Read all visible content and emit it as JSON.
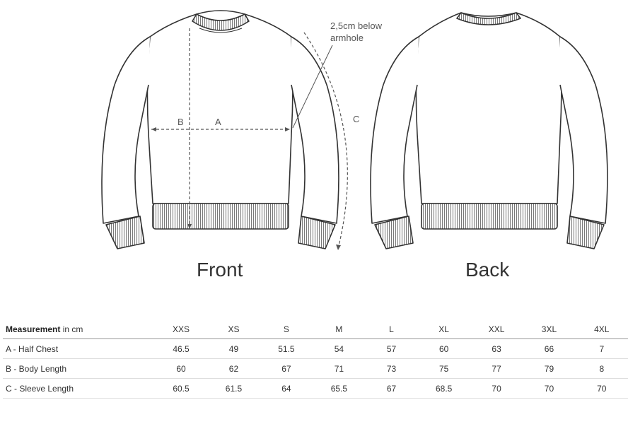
{
  "annotations": {
    "note": "2,5cm below armhole",
    "label_a": "A",
    "label_b": "B",
    "label_c": "C"
  },
  "views": {
    "front": "Front",
    "back": "Back"
  },
  "table": {
    "header_bold": "Measurement",
    "header_unit": " in cm",
    "sizes": [
      "XXS",
      "XS",
      "S",
      "M",
      "L",
      "XL",
      "XXL",
      "3XL",
      "4XL"
    ],
    "rows": [
      {
        "label": "A - Half Chest",
        "values": [
          "46.5",
          "49",
          "51.5",
          "54",
          "57",
          "60",
          "63",
          "66",
          "7"
        ]
      },
      {
        "label": "B - Body Length",
        "values": [
          "60",
          "62",
          "67",
          "71",
          "73",
          "75",
          "77",
          "79",
          "8"
        ]
      },
      {
        "label": "C - Sleeve Length",
        "values": [
          "60.5",
          "61.5",
          "64",
          "65.5",
          "67",
          "68.5",
          "70",
          "70",
          "70"
        ]
      }
    ]
  },
  "colors": {
    "outline": "#333333",
    "dashed": "#555555"
  }
}
